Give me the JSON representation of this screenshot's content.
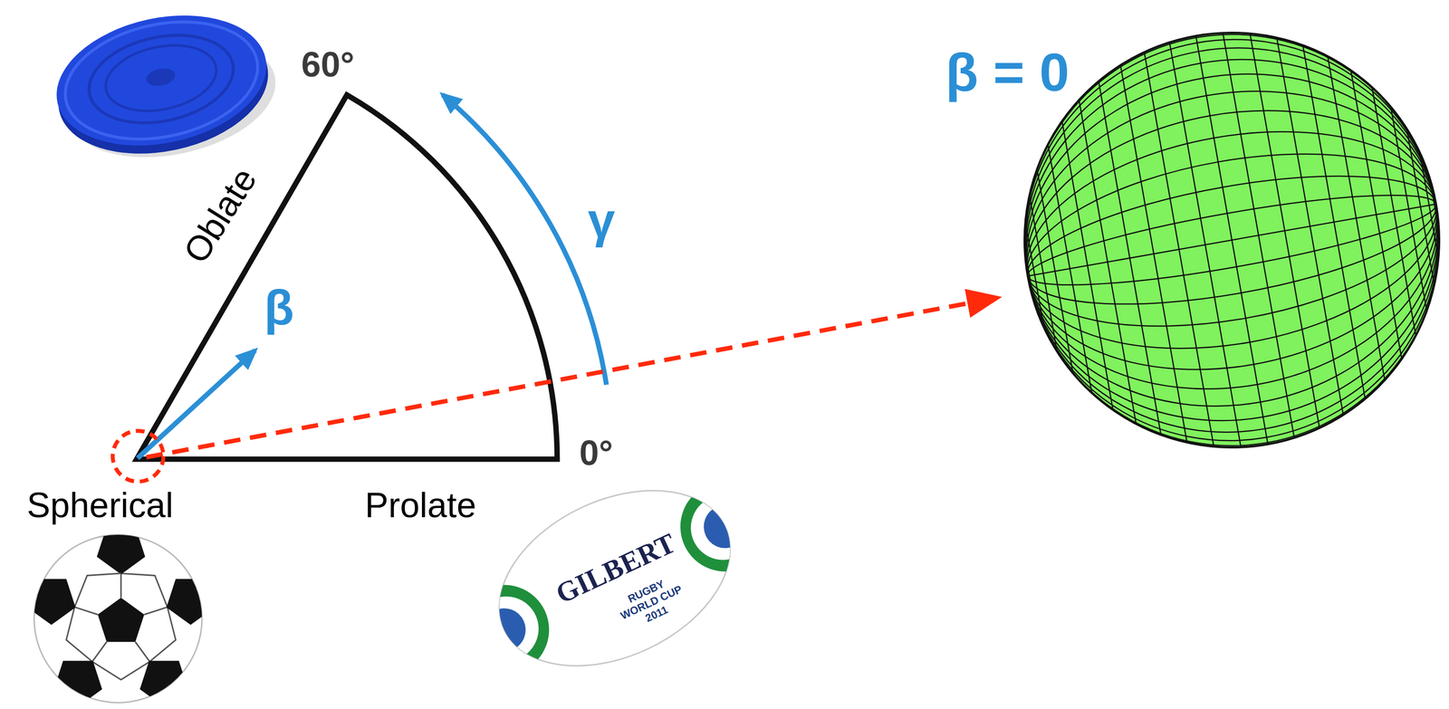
{
  "diagram": {
    "labels": [
      "60°",
      "Oblate",
      "β",
      "γ",
      "0°",
      "Spherical",
      "Prolate",
      "β = 0",
      "GILBERT",
      "RUGBY WORLD CUP 2011"
    ]
  }
}
